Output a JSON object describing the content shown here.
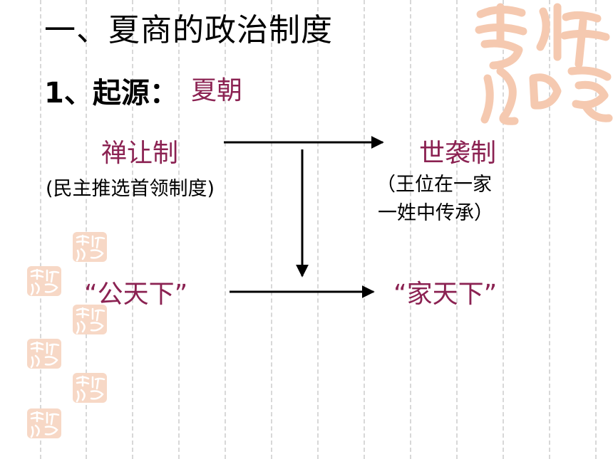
{
  "slide": {
    "title": "一、夏商的政治制度",
    "origin_label": "1、起源：",
    "origin_value": "夏朝",
    "left_top": "禅让制",
    "left_top_note": "(民主推选首领制度)",
    "right_top": "世袭制",
    "right_top_note_line1": "（王位在一家",
    "right_top_note_line2": "一姓中传承）",
    "left_bottom": "“公天下”",
    "right_bottom": "“家天下”"
  },
  "colors": {
    "accent": "#8b2252",
    "seal": "#f5c9b0",
    "grid": "#d8d8d8"
  },
  "decorations": {
    "seal_icon": "auspicious-seal-icon"
  }
}
